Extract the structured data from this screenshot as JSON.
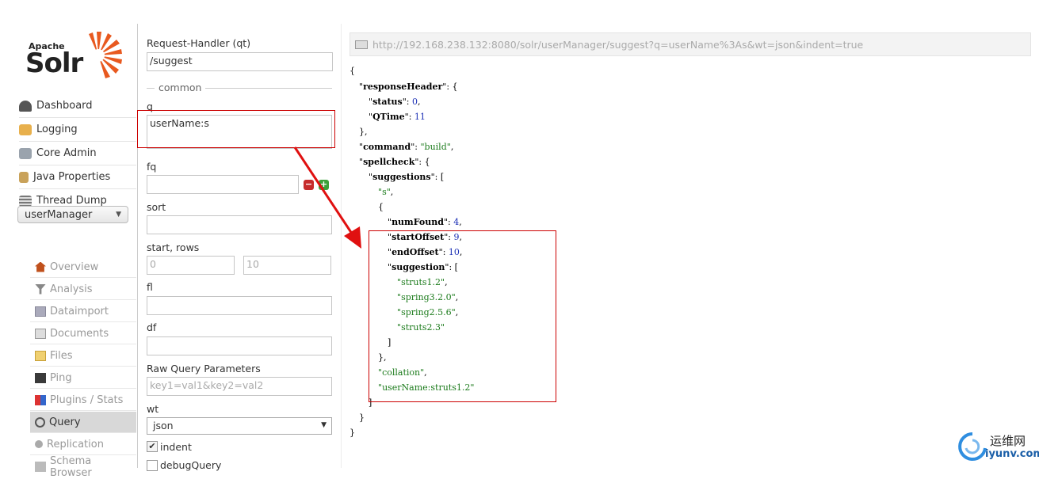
{
  "logo": {
    "apache": "Apache",
    "solr": "Solr"
  },
  "nav": [
    {
      "label": "Dashboard",
      "icon": "dashboard-icon"
    },
    {
      "label": "Logging",
      "icon": "logging-icon"
    },
    {
      "label": "Core Admin",
      "icon": "core-admin-icon"
    },
    {
      "label": "Java Properties",
      "icon": "java-icon"
    },
    {
      "label": "Thread Dump",
      "icon": "thread-dump-icon"
    }
  ],
  "core_selector": {
    "value": "userManager"
  },
  "core_menu": [
    {
      "label": "Overview",
      "icon": "home-icon"
    },
    {
      "label": "Analysis",
      "icon": "filter-icon"
    },
    {
      "label": "Dataimport",
      "icon": "dataimport-icon"
    },
    {
      "label": "Documents",
      "icon": "documents-icon"
    },
    {
      "label": "Files",
      "icon": "folder-icon"
    },
    {
      "label": "Ping",
      "icon": "ping-icon"
    },
    {
      "label": "Plugins / Stats",
      "icon": "plugins-icon"
    },
    {
      "label": "Query",
      "icon": "magnifier-icon"
    },
    {
      "label": "Replication",
      "icon": "replication-icon"
    },
    {
      "label": "Schema Browser",
      "icon": "schema-icon"
    }
  ],
  "form": {
    "request_handler_label": "Request-Handler (qt)",
    "request_handler_value": "/suggest",
    "section_common": "common",
    "q_label": "q",
    "q_value": "userName:s",
    "fq_label": "fq",
    "sort_label": "sort",
    "start_rows_label": "start, rows",
    "start_placeholder": "0",
    "rows_placeholder": "10",
    "fl_label": "fl",
    "df_label": "df",
    "raw_label": "Raw Query Parameters",
    "raw_placeholder": "key1=val1&key2=val2",
    "wt_label": "wt",
    "wt_value": "json",
    "indent_label": "indent",
    "debug_label": "debugQuery"
  },
  "url": "http://192.168.238.132:8080/solr/userManager/suggest?q=userName%3As&wt=json&indent=true",
  "response": {
    "responseHeader": {
      "status": "0",
      "QTime": "11"
    },
    "command": "build",
    "suggestion_word": "s",
    "numFound": "4",
    "startOffset": "9",
    "endOffset": "10",
    "suggestions": [
      "struts1.2",
      "spring3.2.0",
      "spring2.5.6",
      "struts2.3"
    ],
    "collation_key": "collation",
    "collation_value": "userName:struts1.2"
  },
  "watermark": {
    "chinese": "运维网",
    "domain": "iyunv.com"
  },
  "colors": {
    "highlight_box": "#cc0000",
    "json_string": "#1a7a1a",
    "json_number": "#1b2fb5"
  }
}
